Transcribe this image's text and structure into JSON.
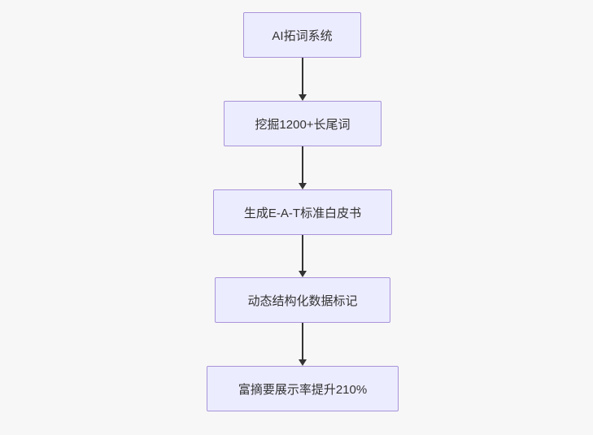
{
  "diagram": {
    "type": "flowchart",
    "direction": "top-down",
    "nodes": [
      {
        "id": "n1",
        "label": "AI拓词系统"
      },
      {
        "id": "n2",
        "label": "挖掘1200+长尾词"
      },
      {
        "id": "n3",
        "label": "生成E-A-T标准白皮书"
      },
      {
        "id": "n4",
        "label": "动态结构化数据标记"
      },
      {
        "id": "n5",
        "label": "富摘要展示率提升210%"
      }
    ],
    "edges": [
      {
        "from": "n1",
        "to": "n2"
      },
      {
        "from": "n2",
        "to": "n3"
      },
      {
        "from": "n3",
        "to": "n4"
      },
      {
        "from": "n4",
        "to": "n5"
      }
    ],
    "colors": {
      "background": "#f7f7f7",
      "node_fill": "#ececff",
      "node_border": "#a894d9",
      "arrow": "#333333",
      "text": "#333333"
    }
  }
}
